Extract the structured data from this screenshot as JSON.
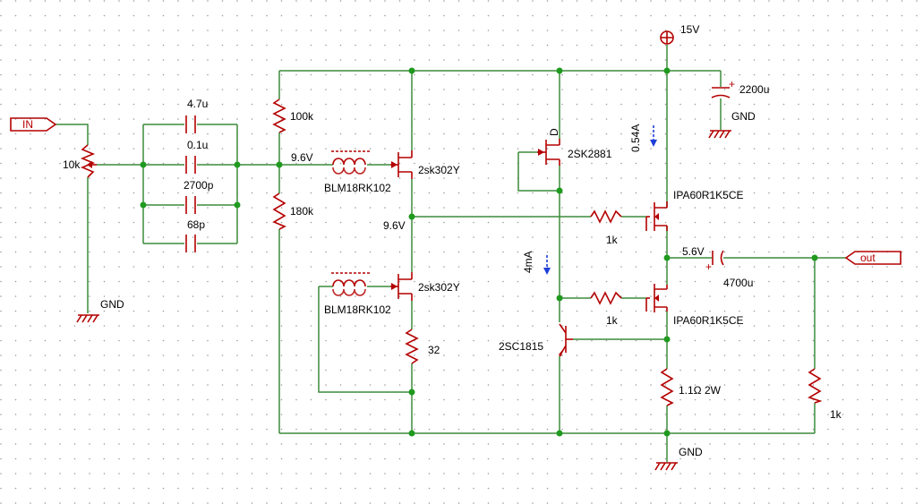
{
  "labels": {
    "vsupply": "15V",
    "cap_supply": "2200u",
    "gnd_top": "GND",
    "current_top": "0.54A",
    "input_port": "IN",
    "pot": "10k",
    "gnd_left": "GND",
    "cap1": "4.7u",
    "cap2": "0.1u",
    "cap3": "2700p",
    "cap4": "68p",
    "r_top": "100k",
    "r_bot": "180k",
    "v_gate": "9.6V",
    "v_mid": "9.6V",
    "ferrite1": "BLM18RK102",
    "ferrite2": "BLM18RK102",
    "jfet1": "2sk302Y",
    "jfet2": "2sk302Y",
    "r32": "32",
    "jfet_ccs": "2SK2881",
    "jfet_ccs_pin": "D",
    "current_mid": "4mA",
    "bjt": "2SC1815",
    "rg1": "1k",
    "rg2": "1k",
    "mosfet1": "IPA60R1K5CE",
    "mosfet2": "IPA60R1K5CE",
    "v_out": "5.6V",
    "cap_out": "4700u",
    "output_port": "out",
    "r_sense": "1.1Ω 2W",
    "r_load": "1k",
    "gnd_bottom": "GND"
  },
  "colors": {
    "wire": "#3c8c3c",
    "component": "#b40000",
    "node": "#1f9a1f",
    "annotation_arrow": "#1f3fd8"
  }
}
